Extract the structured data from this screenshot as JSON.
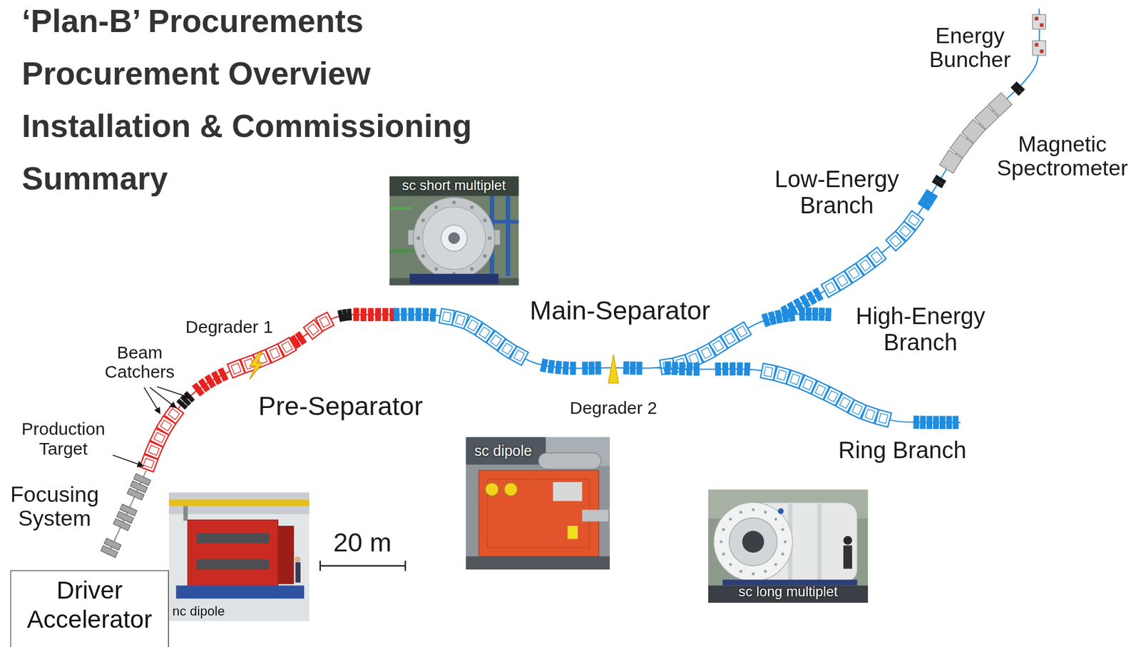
{
  "diagram": {
    "nodes": [
      {
        "text": [
          "sc short multiplet"
        ]
      },
      {
        "text": [
          "sc dipole"
        ]
      },
      {
        "text": [
          "sc long multiplet"
        ]
      },
      {
        "text": [
          "nc dipole"
        ]
      },
      {
        "text": [
          "Driver Accelerator"
        ]
      }
    ],
    "labels": [
      "‘Plan-B’ Procurements",
      "Procurement Overview",
      "Installation & Commissioning",
      "Summary",
      "Energy Buncher",
      "Magnetic Spectrometer",
      "Low-Energy Branch",
      "Main-Separator",
      "Degrader 1",
      "High-Energy Branch",
      "Beam Catchers",
      "Pre-Separator",
      "Degrader 2",
      "Production Target",
      "Ring Branch",
      "Focusing System",
      "20 m"
    ]
  }
}
